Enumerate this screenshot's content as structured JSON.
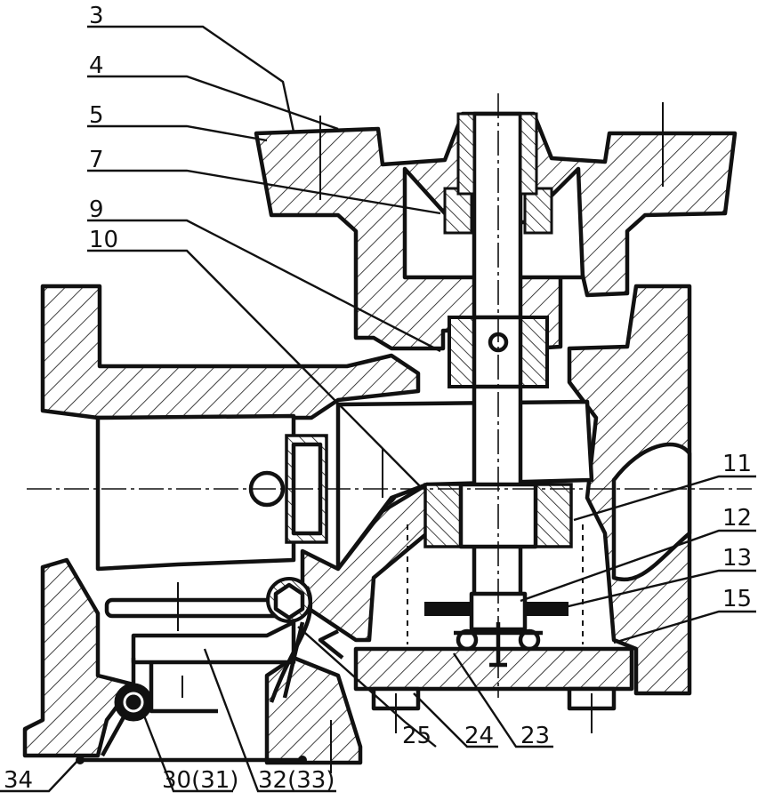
{
  "callouts": [
    {
      "id": "3",
      "text": "3"
    },
    {
      "id": "4",
      "text": "4"
    },
    {
      "id": "5",
      "text": "5"
    },
    {
      "id": "7",
      "text": "7"
    },
    {
      "id": "9",
      "text": "9"
    },
    {
      "id": "10",
      "text": "10"
    },
    {
      "id": "11",
      "text": "11"
    },
    {
      "id": "12",
      "text": "12"
    },
    {
      "id": "13",
      "text": "13"
    },
    {
      "id": "15",
      "text": "15"
    },
    {
      "id": "25",
      "text": "25"
    },
    {
      "id": "24",
      "text": "24"
    },
    {
      "id": "23",
      "text": "23"
    },
    {
      "id": "34",
      "text": "34"
    },
    {
      "id": "30",
      "text": "30(31)"
    },
    {
      "id": "32",
      "text": "32(33)"
    }
  ],
  "colors": {
    "ink": "#111111",
    "paper": "#ffffff"
  }
}
